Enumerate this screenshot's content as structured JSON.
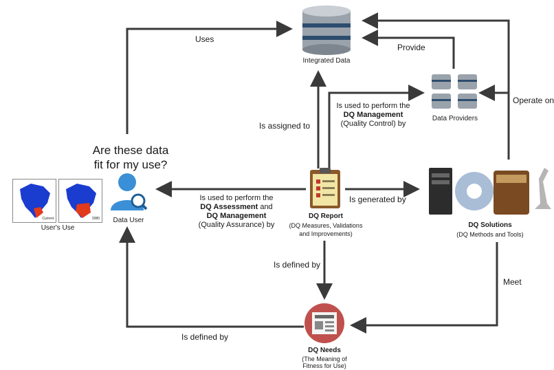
{
  "nodes": {
    "integrated_data": {
      "label": "Integrated Data"
    },
    "data_providers": {
      "label": "Data Providers"
    },
    "data_user": {
      "label": "Data User"
    },
    "users_use": {
      "label": "User's Use",
      "map_left_caption": "Current",
      "map_right_caption": "2080"
    },
    "dq_report": {
      "title": "DQ Report",
      "subtitle_1": "(DQ Measures, Validations",
      "subtitle_2": "and Improvements)"
    },
    "dq_solutions": {
      "title": "DQ Solutions",
      "subtitle": "(DQ Methods and Tools)"
    },
    "dq_needs": {
      "title": "DQ Needs",
      "subtitle_1": "(The Meaning of",
      "subtitle_2": "Fitness for Use)"
    }
  },
  "question": {
    "line1": "Are these data",
    "line2": "fit for my use?"
  },
  "edges": {
    "uses": "Uses",
    "provide": "Provide",
    "operate_on": "Operate on",
    "is_assigned_to": "Is assigned to",
    "qc": {
      "line1": "Is used to perform the",
      "line2_bold": "DQ Management",
      "line3": "(Quality Control) by"
    },
    "qa": {
      "line1": "Is used to perform the",
      "line2_bold": "DQ Assessment",
      "line2_rest": " and",
      "line3_bold": "DQ Management",
      "line4": "(Quality Assurance) by"
    },
    "is_generated_by": "Is generated by",
    "is_defined_by_center": "Is defined by",
    "meet": "Meet",
    "is_defined_by_bottom": "Is defined by"
  },
  "colors": {
    "line": "#3a3a3a",
    "needs_red": "#c0504d",
    "user_blue": "#3b8fd6",
    "clipboard": "#f2e6a6"
  }
}
